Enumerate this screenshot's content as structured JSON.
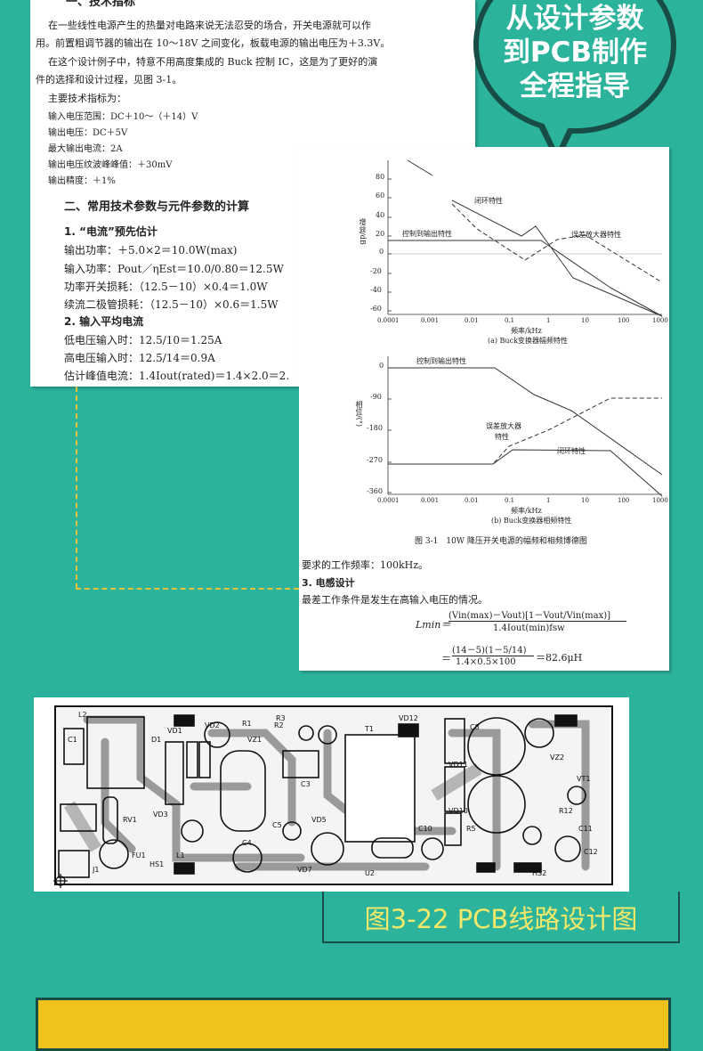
{
  "left_page": {
    "cut_heading": "一、技术指标",
    "para1_l1": "在一些线性电源产生的热量对电路来说无法忍受的场合，开关电源就可以作",
    "para1_l2": "用。前置粗调节器的输出在 10～18V 之间变化，板载电源的输出电压为＋3.3V。",
    "para2_l1": "在这个设计例子中，特意不用高度集成的 Buck 控制 IC，这是为了更好的演",
    "para2_l2": "件的选择和设计过程，见图 3-1。",
    "spec_title": "主要技术指标为：",
    "spec_items": [
      "输入电压范围：DC＋10～（＋14）V",
      "输出电压：DC＋5V",
      "最大输出电流：2A",
      "输出电压纹波峰峰值：＋30mV",
      "输出精度：＋1%"
    ],
    "section2_title": "二、常用技术参数与元件参数的计算",
    "sub1_title": "1. “电流”预先估计",
    "calc_lines": [
      "输出功率：＋5.0×2＝10.0W(max)",
      "输入功率：Pout／ηEst＝10.0/0.80＝12.5W",
      "功率开关损耗：（12.5－10）×0.4＝1.0W",
      "续流二极管损耗：（12.5－10）×0.6＝1.5W"
    ],
    "sub2_title": "2. 输入平均电流",
    "avg_lines": [
      "低电压输入时：12.5/10＝1.25A",
      "高电压输入时：12.5/14＝0.9A",
      "估计峰值电流：1.4Iout(rated)＝1.4×2.0＝2."
    ]
  },
  "bubble": {
    "line1": "从设计参数",
    "line2": "到PCB制作",
    "line3": "全程指导"
  },
  "figure": {
    "top_ylabel": "增益/dB",
    "top_yticks": [
      "80",
      "60",
      "40",
      "20",
      "0",
      "-20",
      "-40",
      "-60"
    ],
    "xticks": [
      "0.0001",
      "0.001",
      "0.01",
      "0.1",
      "1",
      "10",
      "100",
      "1000"
    ],
    "xlabel": "频率/kHz",
    "top_caption": "(a) Buck变换器幅频特性",
    "top_labels": {
      "loop": "闭环特性",
      "control": "控制到输出特性",
      "error_amp": "误差放大器特性"
    },
    "bottom_ylabel": "相位/(°)",
    "bottom_yticks": [
      "0",
      "-90",
      "-180",
      "-270",
      "-360"
    ],
    "bottom_caption": "(b) Buck变换器相频特性",
    "bottom_labels": {
      "control": "控制到输出特性",
      "error_amp_1": "误差放大器",
      "error_amp_2": "特性",
      "loop": "闭环特性"
    },
    "fig_title": "图 3-1　10W 降压开关电源的幅频和相频博德图",
    "freq_line": "要求的工作频率：100kHz。",
    "sub3_title": "3. 电感设计",
    "worst_line": "最差工作条件是发生在高输入电压的情况。",
    "formula_lhs": "Lmin＝",
    "formula_num": "(Vin(max)－Vout)[1－Vout/Vin(max)]",
    "formula_den": "1.4Iout(min)fsw",
    "formula2_num": "(14－5)(1－5/14)",
    "formula2_den": "1.4×0.5×100",
    "formula2_result": "＝82.6μH",
    "formula2_eq": "＝"
  },
  "pcb": {
    "labels": [
      "L2",
      "C1",
      "RV1",
      "FU1",
      "J1",
      "L1",
      "HS1",
      "VD1",
      "VD3",
      "D1",
      "C4",
      "C5",
      "R1",
      "VZ1",
      "R2",
      "C3",
      "VD5",
      "VD7",
      "U2",
      "T1",
      "VD12",
      "C8",
      "VD11",
      "VD10",
      "C10",
      "C11",
      "C12",
      "VT1",
      "HS2",
      "R12",
      "R3",
      "VZ2",
      "VD2",
      "R5"
    ]
  },
  "caption": {
    "text": "图3-22 PCB线路设计图"
  }
}
